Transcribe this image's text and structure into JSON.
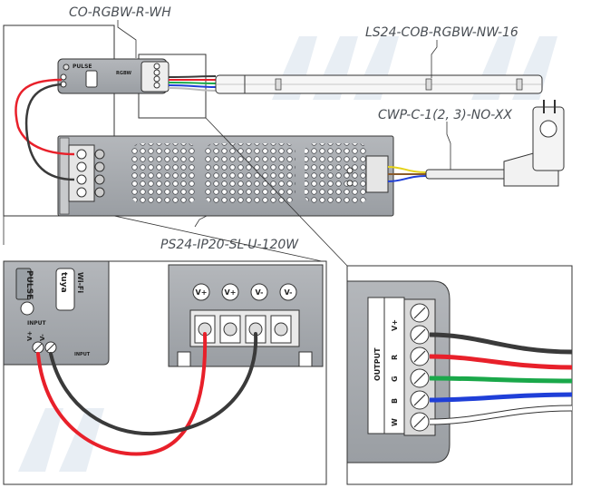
{
  "labels": {
    "controller": "CO-RGBW-R-WH",
    "strip": "LS24-COB-RGBW-NW-16",
    "cable": "CWP-C-1(2, 3)-NO-XX",
    "psu": "PS24-IP20-SL-U-120W"
  },
  "controller_text": {
    "brand": "PULSE",
    "app": "tuya",
    "wifi": "Wi-Fi",
    "model": "RGBW",
    "input": "INPUT",
    "vplus": "V+",
    "vminus": "V-"
  },
  "psu_terminals": [
    "V+",
    "V+",
    "V-",
    "V-"
  ],
  "output_block": {
    "title": "OUTPUT",
    "pins": [
      "V+",
      "R",
      "G",
      "B",
      "W"
    ]
  },
  "wire_colors": {
    "red": "#e8202a",
    "black": "#3a3a3a",
    "green": "#1aa84a",
    "blue": "#1f3fd8",
    "white": "#ffffff",
    "yellow": "#e5d21a",
    "brown": "#8a5a2b",
    "device_grey": "#a7aaae"
  }
}
